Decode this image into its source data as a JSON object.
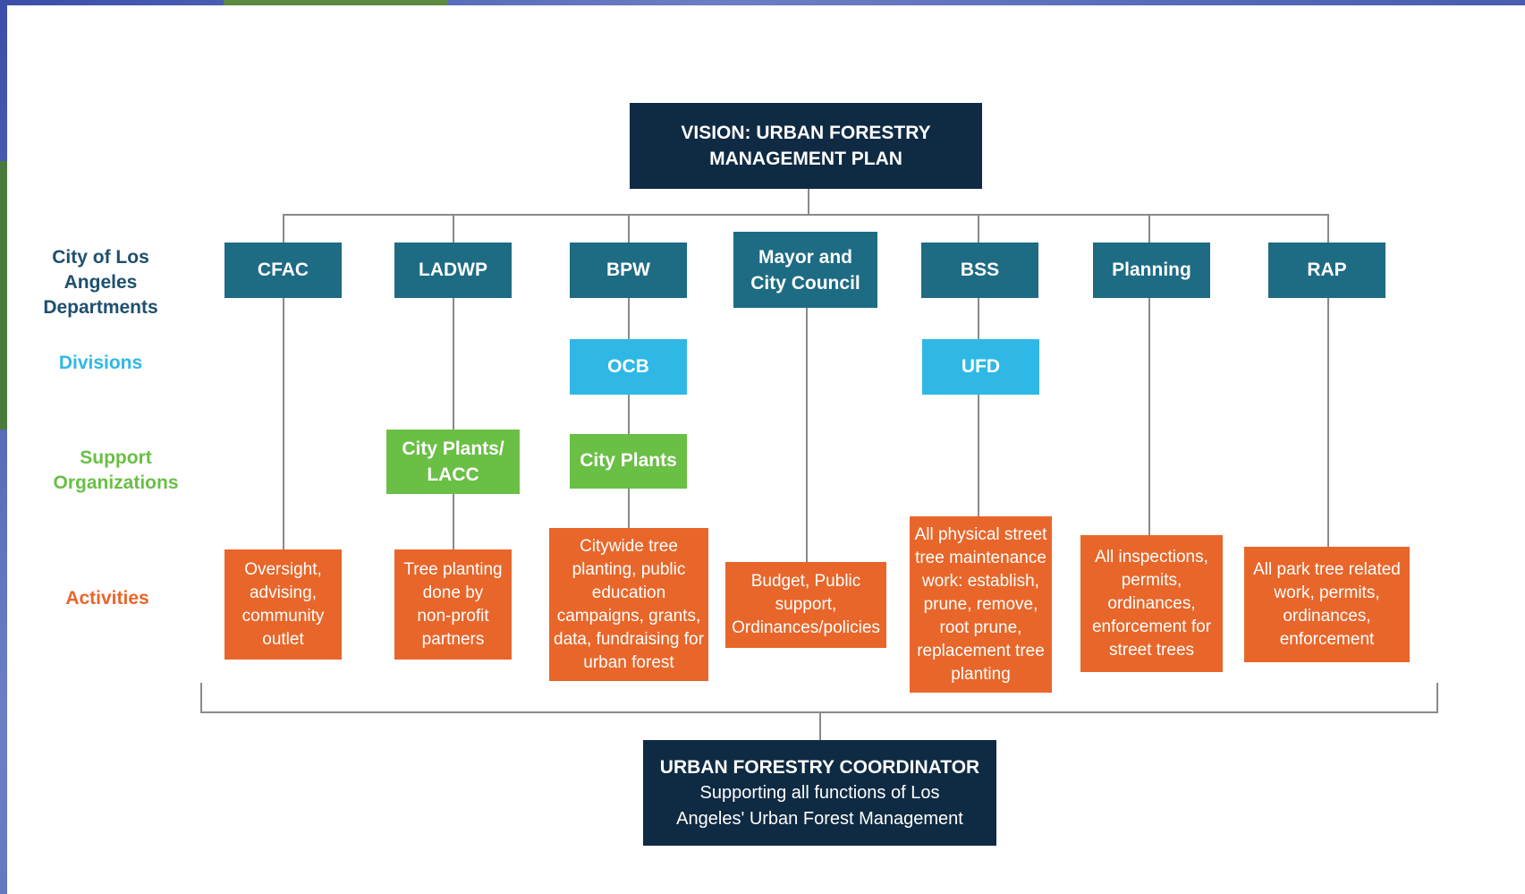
{
  "vision": "VISION: URBAN FORESTRY\nMANAGEMENT PLAN",
  "row_labels": {
    "departments": "City of Los Angeles\nDepartments",
    "divisions": "Divisions",
    "support": "Support Organizations",
    "activities": "Activities"
  },
  "departments": {
    "cfac": "CFAC",
    "ladwp": "LADWP",
    "bpw": "BPW",
    "mayor": "Mayor and\nCity Council",
    "bss": "BSS",
    "planning": "Planning",
    "rap": "RAP"
  },
  "divisions": {
    "ocb": "OCB",
    "ufd": "UFD"
  },
  "support": {
    "city_plants_lacc": "City Plants/\nLACC",
    "city_plants": "City Plants"
  },
  "activities": {
    "cfac": "Oversight,\nadvising,\ncommunity\noutlet",
    "ladwp": "Tree planting\ndone by\nnon-profit\npartners",
    "bpw": "Citywide tree\nplanting, public\neducation\ncampaigns, grants,\ndata, fundraising for\nurban forest",
    "mayor": "Budget, Public\nsupport,\nOrdinances/policies",
    "bss": "All physical street\ntree maintenance\nwork: establish,\nprune, remove,\nroot prune,\nreplacement tree\nplanting",
    "planning": "All inspections,\npermits,\nordinances,\nenforcement for\nstreet trees",
    "rap": "All park tree related\nwork, permits,\nordinances,\nenforcement"
  },
  "coordinator": {
    "title": "URBAN FORESTRY COORDINATOR",
    "subtitle": "Supporting all functions of Los\nAngeles' Urban Forest Management"
  },
  "colors": {
    "navy": "#0f2a43",
    "teal": "#1e6b84",
    "cyan": "#2fb8e6",
    "green": "#6abf45",
    "orange": "#e8662a",
    "label_navy": "#1e4f6e",
    "label_cyan": "#2fb8e6",
    "label_green": "#6abf45",
    "label_orange": "#e8662a"
  }
}
